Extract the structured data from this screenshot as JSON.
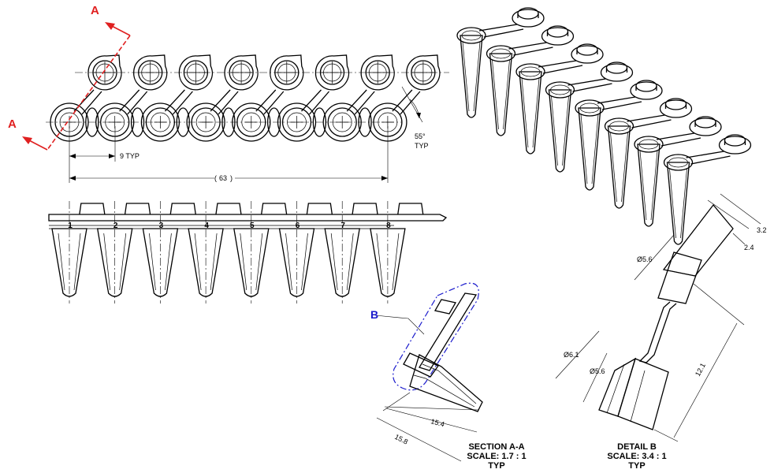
{
  "drawing": {
    "tube_count": 8,
    "tube_numbers": [
      "1",
      "2",
      "3",
      "4",
      "5",
      "6",
      "7",
      "8"
    ],
    "section_marker": "A",
    "detail_marker": "B",
    "dimensions": {
      "pitch": "9 TYP",
      "overall": "63",
      "angle_value": "55°",
      "angle_typ": "TYP",
      "section_len_1": "15.4",
      "section_len_2": "15.8",
      "detail_d_cap": "Ø5.6",
      "detail_w1": "3.2",
      "detail_w2": "2.4",
      "detail_d_rim": "Ø6.1",
      "detail_d_inner": "Ø5.6",
      "detail_len": "12.1"
    },
    "section_title": {
      "line1": "SECTION A-A",
      "line2": "SCALE: 1.7 : 1",
      "line3": "TYP"
    },
    "detail_title": {
      "line1": "DETAIL B",
      "line2": "SCALE: 3.4 : 1",
      "line3": "TYP"
    },
    "colors": {
      "section_marker": "#e02020",
      "detail_marker": "#1a1acc",
      "linework": "#000000"
    }
  }
}
